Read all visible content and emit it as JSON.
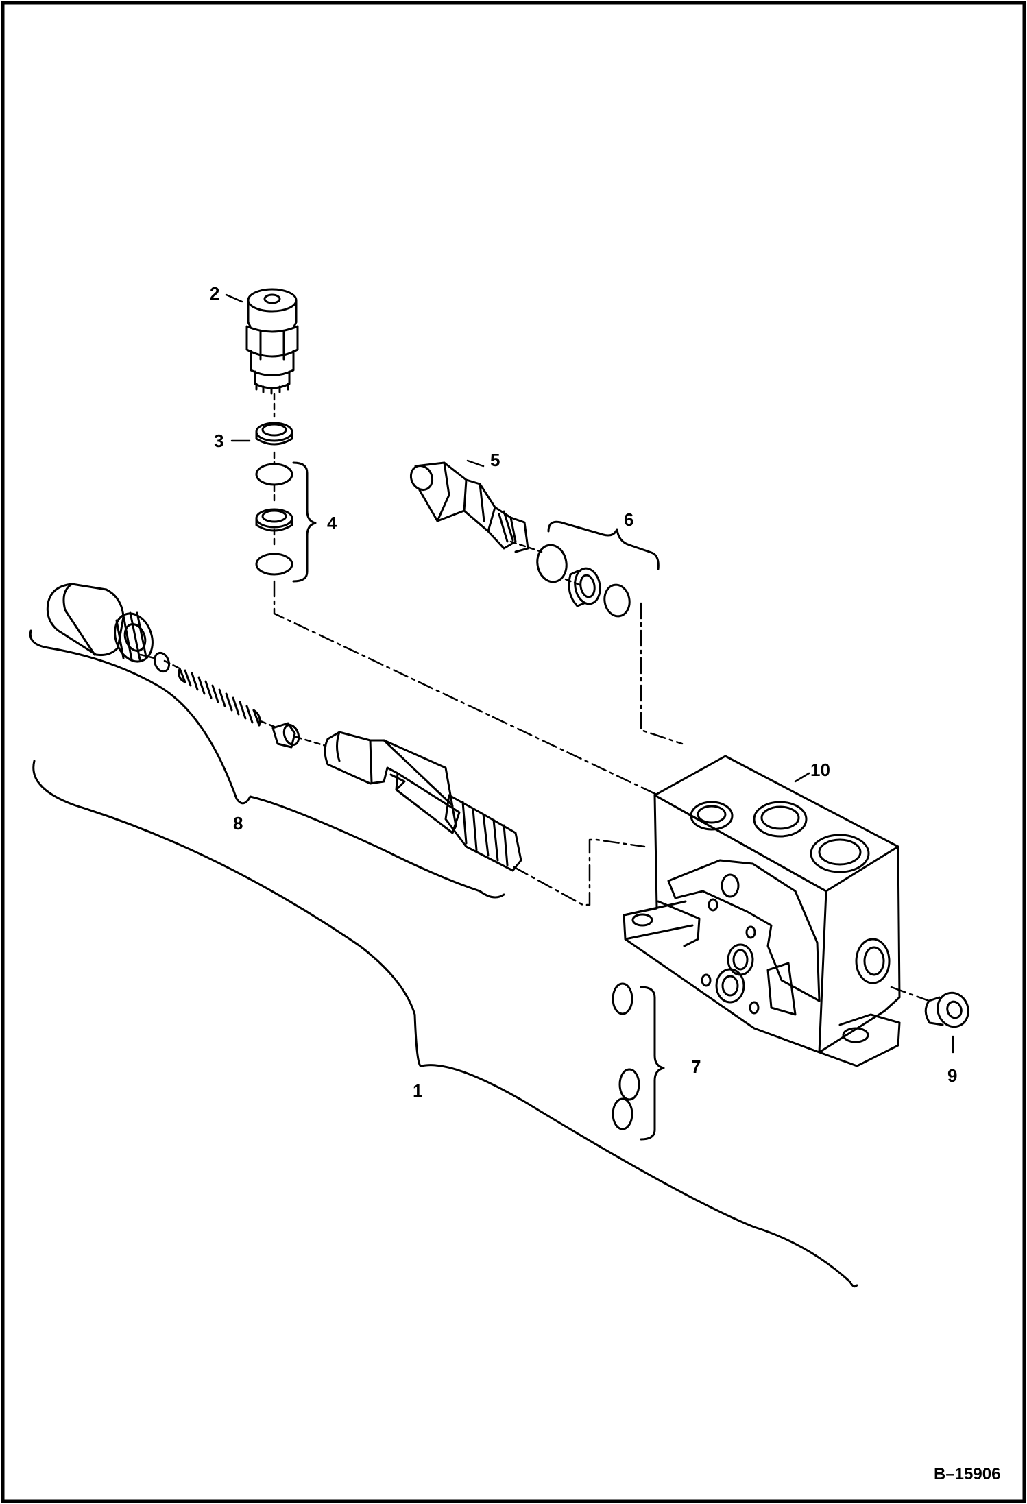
{
  "diagram": {
    "callouts": {
      "c1": "1",
      "c2": "2",
      "c3": "3",
      "c4": "4",
      "c5": "5",
      "c6": "6",
      "c7": "7",
      "c8": "8",
      "c9": "9",
      "c10": "10"
    },
    "figure_ref": "B–15906",
    "colors": {
      "ink": "#000000",
      "paper": "#ffffff"
    }
  }
}
